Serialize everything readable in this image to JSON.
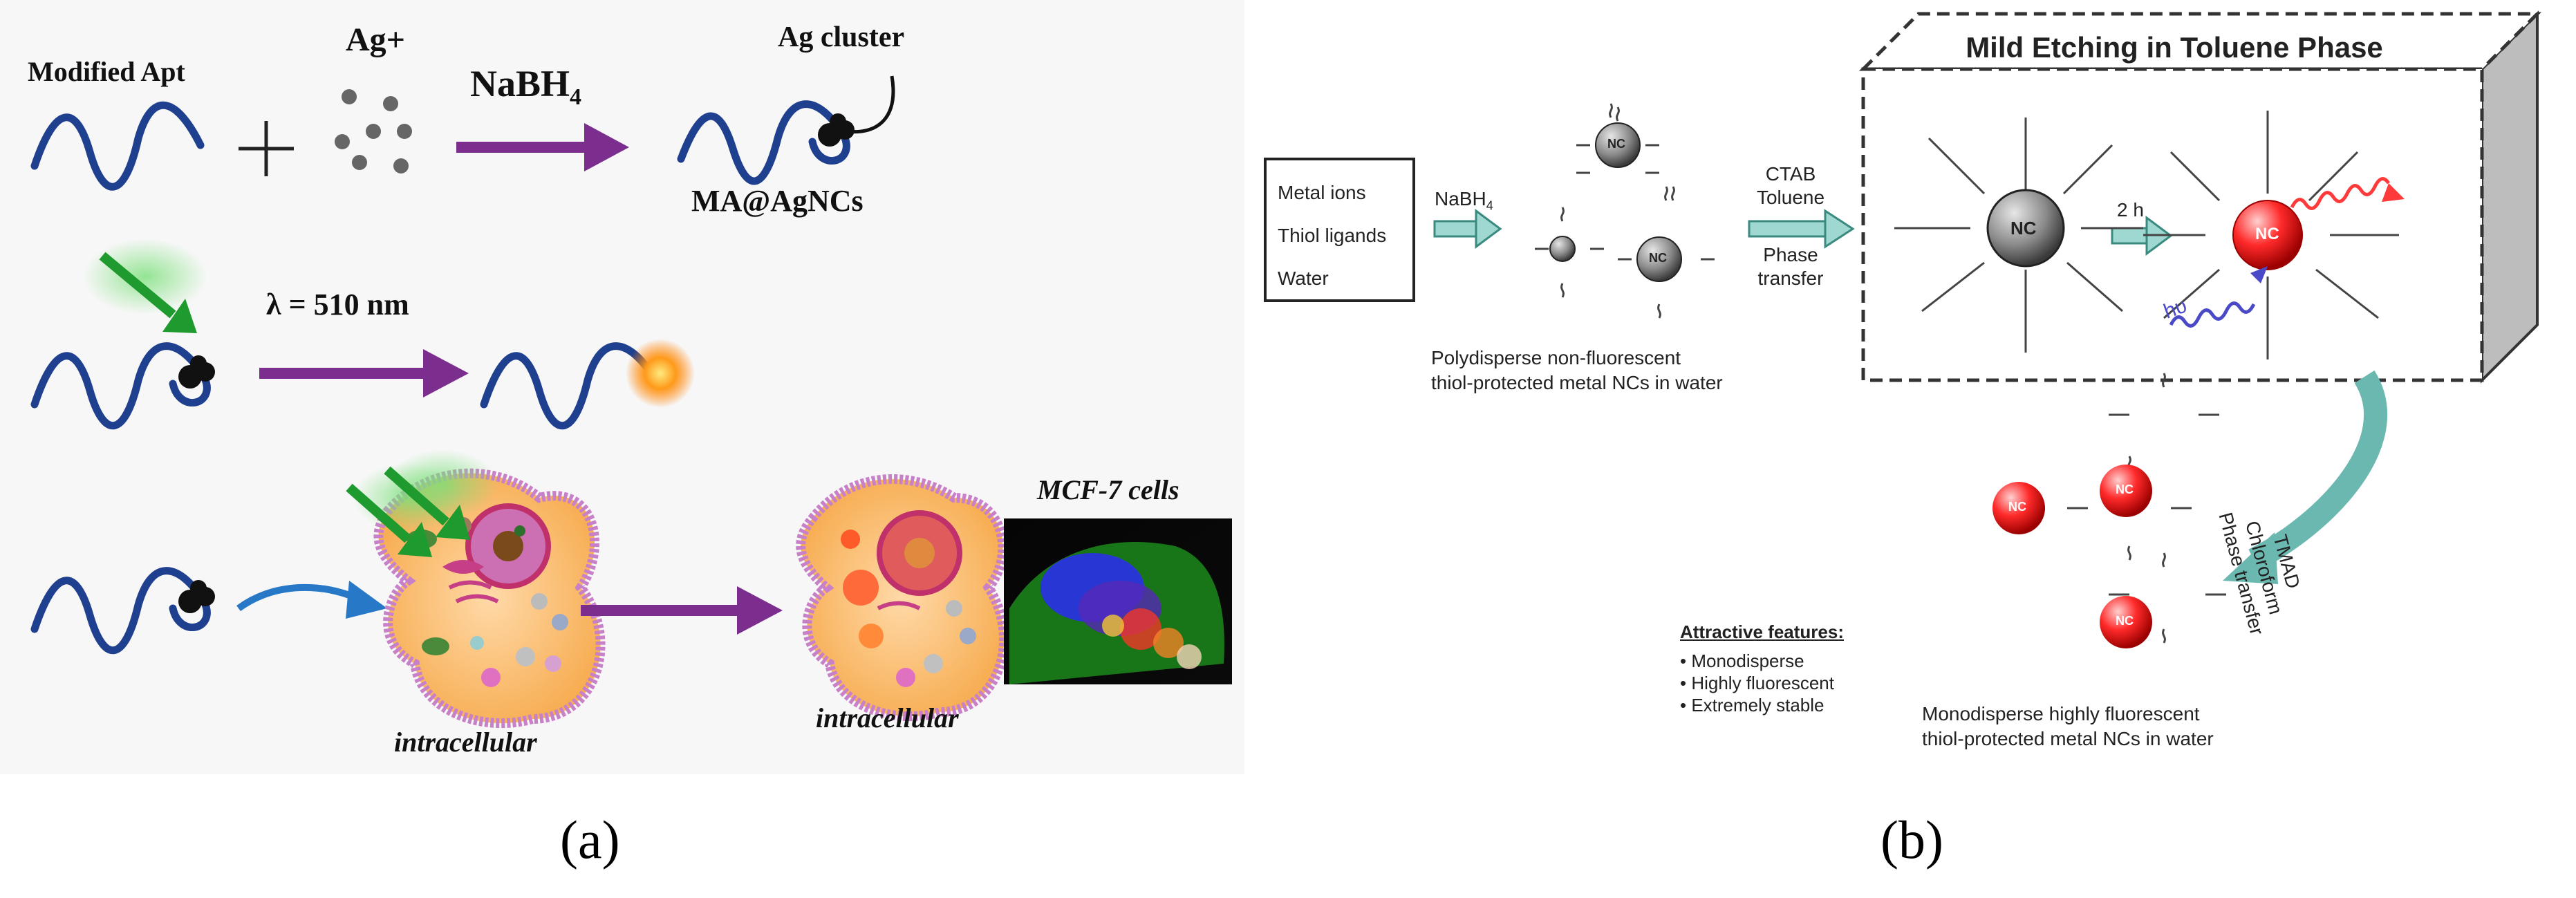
{
  "panel_a": {
    "modified_apt": "Modified Apt",
    "ag_plus": "Ag+",
    "nabh4": "NaBH",
    "nabh4_sub": "4",
    "ag_cluster": "Ag cluster",
    "ma_agncs": "MA@AgNCs",
    "lambda": "λ = 510 nm",
    "intracellular_1": "intracellular",
    "intracellular_2": "intracellular",
    "mcf7": "MCF-7 cells",
    "caption": "(a)"
  },
  "panel_b": {
    "title": "Mild Etching in Toluene Phase",
    "reagents": [
      "Metal ions",
      "Thiol ligands",
      "Water"
    ],
    "nabh4": "NaBH",
    "nabh4_sub": "4",
    "nc": "NC",
    "ctab_lines": [
      "CTAB",
      "Toluene",
      "Phase",
      "transfer"
    ],
    "two_h": "2 h",
    "hv": "hυ",
    "poly_line1": "Polydisperse non-fluorescent",
    "poly_line2": "thiol-protected metal NCs in water",
    "tmad_lines": [
      "TMAD",
      "Chloroform",
      "Phase transfer"
    ],
    "features_title": "Attractive features:",
    "features": [
      "• Monodisperse",
      "• Highly fluorescent",
      "• Extremely stable"
    ],
    "mono_line1": "Monodisperse highly fluorescent",
    "mono_line2": "thiol-protected metal NCs in water",
    "caption": "(b)"
  },
  "colors": {
    "aptamer": "#1f3f8f",
    "arrow_purple": "#7b2e8e",
    "arrow_green": "#1e9a2e",
    "arrow_blue": "#2878c8",
    "nc_gray": "#7a7a7a",
    "nc_red": "#ff2a2a",
    "teal_arrow": "#6ab8b0"
  }
}
